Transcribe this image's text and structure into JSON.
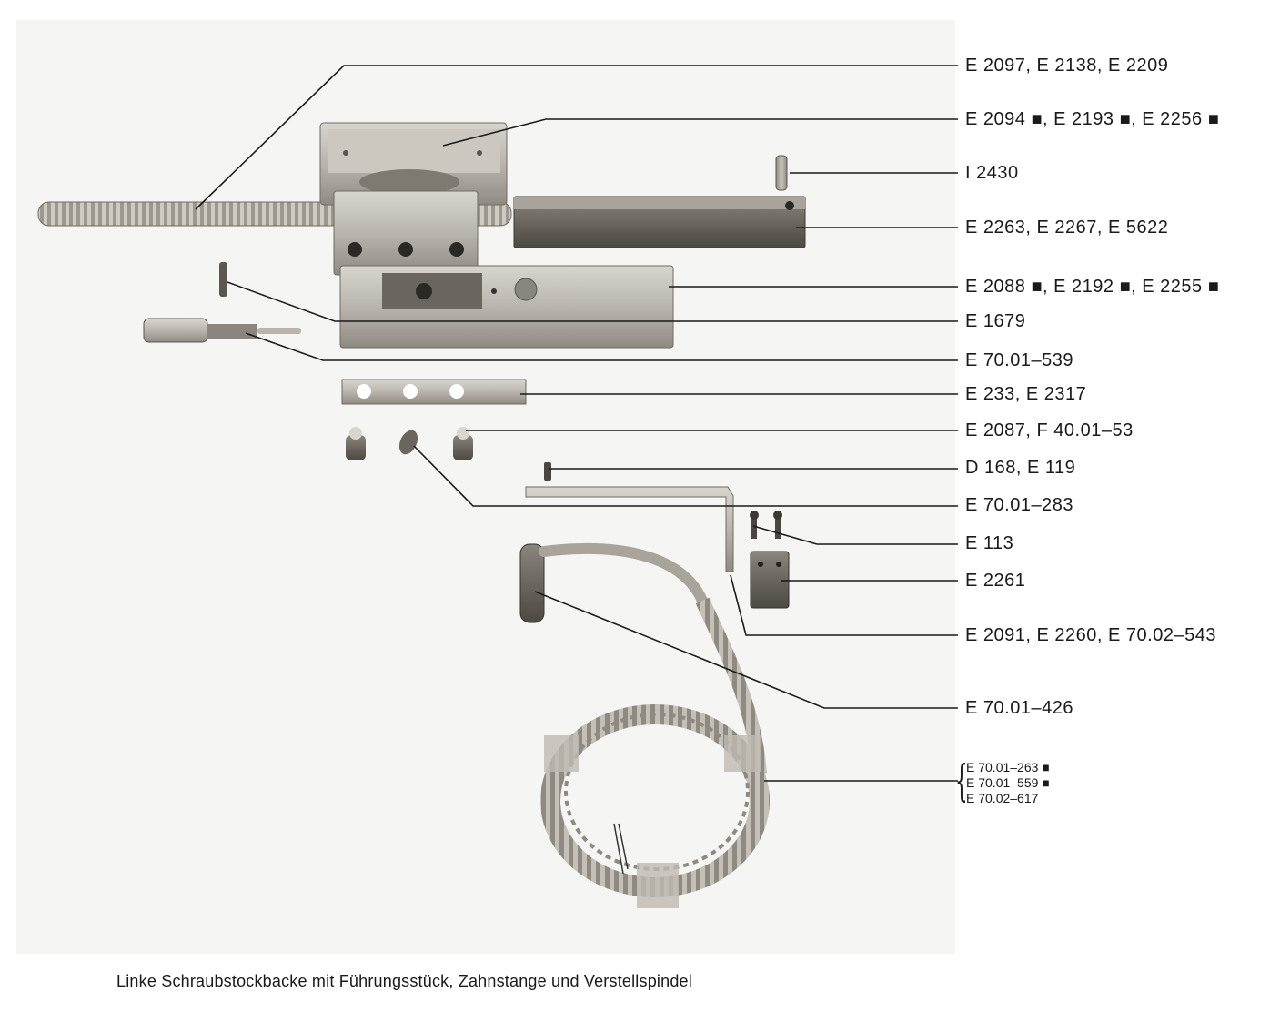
{
  "labels": [
    {
      "text": "E 2097, E 2138, E 2209"
    },
    {
      "text": "E 2094 ■, E 2193 ■, E 2256 ■"
    },
    {
      "text": "I 2430"
    },
    {
      "text": "E 2263, E 2267, E 5622"
    },
    {
      "text": "E 2088 ■, E 2192 ■, E 2255 ■"
    },
    {
      "text": "E 1679"
    },
    {
      "text": "E 70.01–539"
    },
    {
      "text": "E 233, E 2317"
    },
    {
      "text": "E 2087, F 40.01–53"
    },
    {
      "text": "D 168, E 119"
    },
    {
      "text": "E 70.01–283"
    },
    {
      "text": "E 113"
    },
    {
      "text": "E 2261"
    },
    {
      "text": "E 2091, E 2260, E 70.02–543"
    },
    {
      "text": "E 70.01–426"
    }
  ],
  "group_labels": [
    {
      "text": "E 70.01–263 ■"
    },
    {
      "text": "E 70.01–559 ■"
    },
    {
      "text": "E 70.02–617"
    }
  ],
  "caption": "Linke Schraubstockbacke mit Führungsstück, Zahnstange und Verstellspindel"
}
